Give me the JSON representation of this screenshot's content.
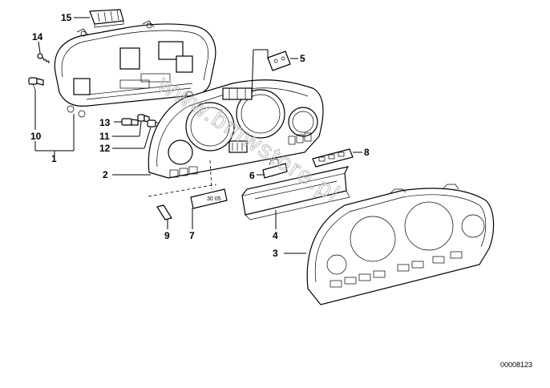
{
  "callouts": [
    {
      "id": "c1",
      "text": "1"
    },
    {
      "id": "c2",
      "text": "2"
    },
    {
      "id": "c3",
      "text": "3"
    },
    {
      "id": "c4",
      "text": "4"
    },
    {
      "id": "c5",
      "text": "5"
    },
    {
      "id": "c6",
      "text": "6"
    },
    {
      "id": "c7",
      "text": "7"
    },
    {
      "id": "c8",
      "text": "8"
    },
    {
      "id": "c9",
      "text": "9"
    },
    {
      "id": "c10",
      "text": "10"
    },
    {
      "id": "c11",
      "text": "11"
    },
    {
      "id": "c12",
      "text": "12"
    },
    {
      "id": "c13",
      "text": "13"
    },
    {
      "id": "c14",
      "text": "14"
    },
    {
      "id": "c15",
      "text": "15"
    }
  ],
  "part_markings": {
    "item7": "30 05"
  },
  "watermark": "www.bmwstore.pl",
  "reference_number": "00008123"
}
